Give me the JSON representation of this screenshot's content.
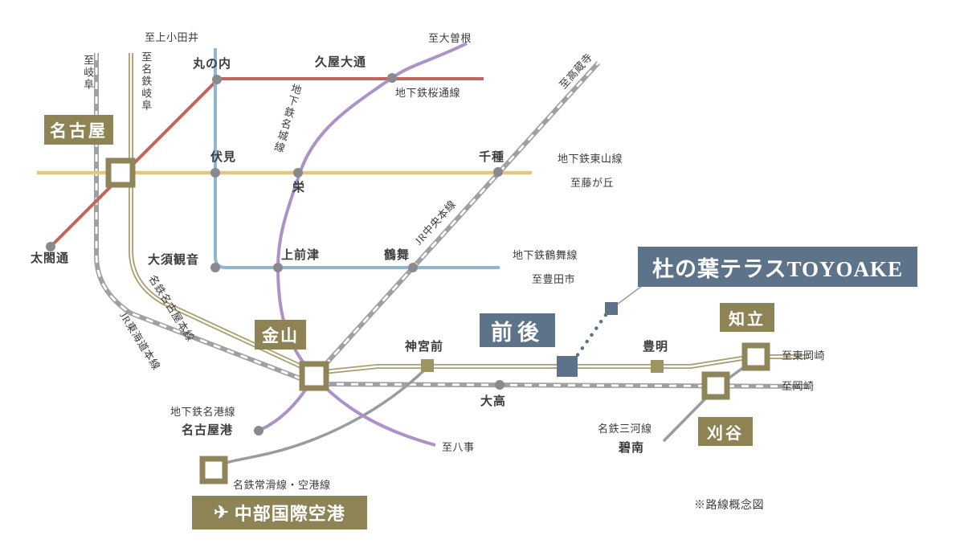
{
  "map": {
    "note": "※路線概念図",
    "callout": {
      "property_name": "杜の葉テラスTOYOAKE"
    },
    "icons": {
      "airplane": "✈"
    },
    "stations": {
      "nagoya": "名古屋",
      "marunouchi": "丸の内",
      "hisaya_odori": "久屋大通",
      "fushimi": "伏見",
      "sakae": "栄",
      "chikusa": "千種",
      "taiko_dori": "太閤通",
      "osu_kannon": "大須観音",
      "kamimaezu": "上前津",
      "tsurumai": "鶴舞",
      "kanayama": "金山",
      "jingu_mae": "神宮前",
      "zengo": "前後",
      "toyoake": "豊明",
      "chiryu": "知立",
      "odaka": "大高",
      "kariya": "刈谷",
      "nagoya_port": "名古屋港",
      "hekinan": "碧南",
      "centrair": "中部国際空港"
    },
    "lines": {
      "sakura_dori": "地下鉄桜通線",
      "higashiyama": "地下鉄東山線",
      "tsurumai": "地下鉄鶴舞線",
      "meijo": "地下鉄名城線",
      "meiko": "地下鉄名港線",
      "jr_chuo": "JR中央本線",
      "jr_tokaido": "JR東海道本線",
      "meitetsu_nagoya_main": "名鉄名古屋本線",
      "meitetsu_mikawa": "名鉄三河線",
      "meitetsu_tokoname_airport": "名鉄常滑線・空港線"
    },
    "directions": {
      "to_kami_otai": "至上小田井",
      "to_gifu": "至岐阜",
      "to_meitetsu_gifu": "至名鉄岐阜",
      "to_ozone": "至大曽根",
      "to_kozoji": "至高蔵寺",
      "to_fujigaoka": "至藤が丘",
      "to_toyota_shi": "至豊田市",
      "to_higashi_okazaki": "至東岡崎",
      "to_okazaki": "至岡崎",
      "to_yagoto": "至八事"
    },
    "colors": {
      "accent_olive": "#8d8355",
      "accent_bluegray": "#5d7389",
      "line_red": "#c4645f",
      "line_yellow": "#e2c77d",
      "line_blue": "#8fb6d2",
      "line_purple": "#ab93c7",
      "line_gray": "#a0a0a4",
      "line_olive": "#a89f6e"
    }
  }
}
